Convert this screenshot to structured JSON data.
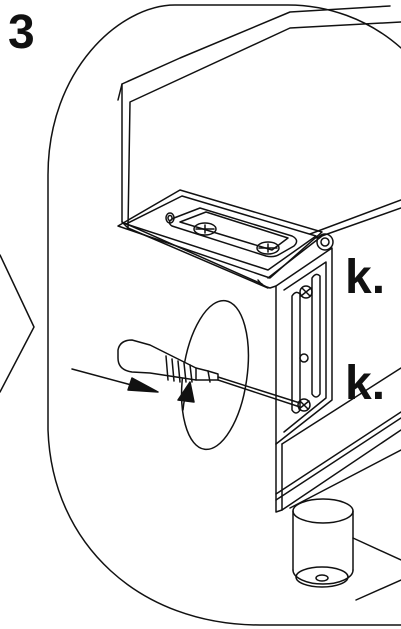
{
  "step_number": "3",
  "screw_labels": [
    "k.",
    "k."
  ],
  "colors": {
    "line": "#111111",
    "background": "#ffffff"
  }
}
